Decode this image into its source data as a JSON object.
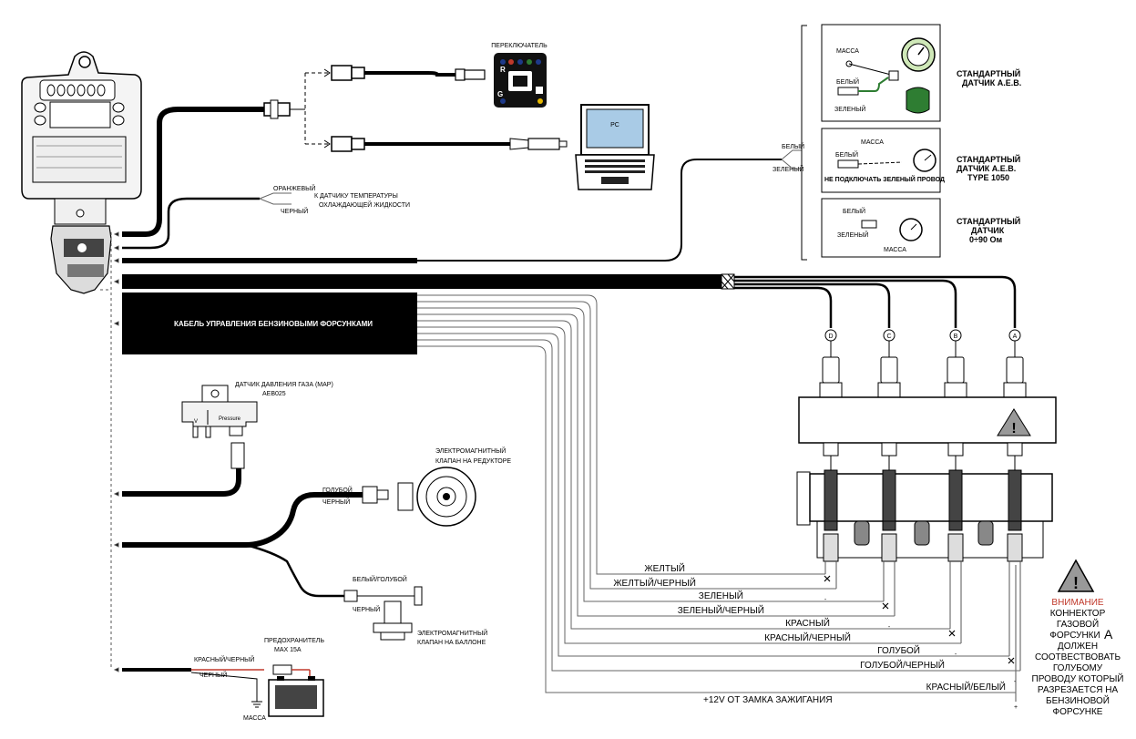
{
  "colors": {
    "warning_text": "#c0392b",
    "cable": "#000000",
    "wire": "#555555"
  },
  "switch": {
    "title": "ПЕРЕКЛЮЧАТЕЛЬ",
    "r": "R",
    "g": "G"
  },
  "pc": {
    "label": "PC"
  },
  "temp_sensor": {
    "wire1": "ОРАНЖЕВЫЙ",
    "wire2": "ЧЕРНЫЙ",
    "line1": "К ДАТЧИКУ ТЕМПЕРАТУРЫ",
    "line2": "ОХЛАЖДАЮЩЕЙ ЖИДКОСТИ"
  },
  "level": {
    "white": "БЕЛЫЙ",
    "green": "ЗЕЛЕНЫЙ",
    "s1": {
      "massa": "МАССА",
      "white": "БЕЛЫЙ",
      "green": "ЗЕЛЕНЫЙ",
      "t1": "СТАНДАРТНЫЙ",
      "t2": "ДАТЧИК A.E.B."
    },
    "s2": {
      "massa": "МАССА",
      "white": "БЕЛЫЙ",
      "warn": "НЕ ПОДКЛЮЧАТЬ ЗЕЛЕНЫЙ ПРОВОД",
      "t1": "СТАНДАРТНЫЙ",
      "t2": "ДАТЧИК A.E.B.",
      "t3": "TYPE 1050"
    },
    "s3": {
      "white": "БЕЛЫЙ",
      "green": "ЗЕЛЕНЫЙ",
      "massa": "МАССА",
      "t1": "СТАНДАРТНЫЙ",
      "t2": "ДАТЧИК",
      "t3": "0÷90 Ом"
    }
  },
  "petrol_cable": "КАБЕЛЬ УПРАВЛЕНИЯ БЕНЗИНОВЫМИ ФОРСУНКАМИ",
  "map": {
    "line1": "ДАТЧИК ДАВЛЕНИЯ ГАЗА (MAP)",
    "line2": "AEB025",
    "v": "V",
    "pressure": "Pressure"
  },
  "reducer": {
    "wire1": "ГОЛУБОЙ",
    "wire2": "ЧЕРНЫЙ",
    "line1": "ЭЛЕКТРОМАГНИТНЫЙ",
    "line2": "КЛАПАН НА РЕДУКТОРЕ"
  },
  "tank": {
    "wire1": "БЕЛЫЙ/ГОЛУБОЙ",
    "wire2": "ЧЕРНЫЙ",
    "line1": "ЭЛЕКТРОМАГНИТНЫЙ",
    "line2": "КЛАПАН НА БАЛЛОНЕ"
  },
  "fuse": {
    "line1": "ПРЕДОХРАНИТЕЛЬ",
    "line2": "MAX 15A",
    "wire1": "КРАСНЫЙ/ЧЕРНЫЙ",
    "wire2": "ЧЕРНЫЙ",
    "massa": "МАССА"
  },
  "injectors": [
    "D",
    "C",
    "B",
    "A"
  ],
  "wires": [
    "ЖЕЛТЫЙ",
    "ЖЕЛТЫЙ/ЧЕРНЫЙ",
    "ЗЕЛЕНЫЙ",
    "ЗЕЛЕНЫЙ/ЧЕРНЫЙ",
    "КРАСНЫЙ",
    "КРАСНЫЙ/ЧЕРНЫЙ",
    "ГОЛУБОЙ",
    "ГОЛУБОЙ/ЧЕРНЫЙ",
    "КРАСНЫЙ/БЕЛЫЙ"
  ],
  "ignition": "+12V ОТ ЗАМКА ЗАЖИГАНИЯ",
  "warning": {
    "title": "ВНИМАНИЕ",
    "lines": [
      "КОННЕКТОР",
      "ГАЗОВОЙ",
      "ФОРСУНКИ",
      "ДОЛЖЕН",
      "СООТВЕСТВОВАТЬ",
      "ГОЛУБОМУ",
      "ПРОВОДУ КОТОРЫЙ",
      "РАЗРЕЗАЕТСЯ НА",
      "БЕНЗИНОВОЙ",
      "ФОРСУНКЕ"
    ],
    "letter": "A"
  },
  "plus": "+",
  "minus": "-"
}
